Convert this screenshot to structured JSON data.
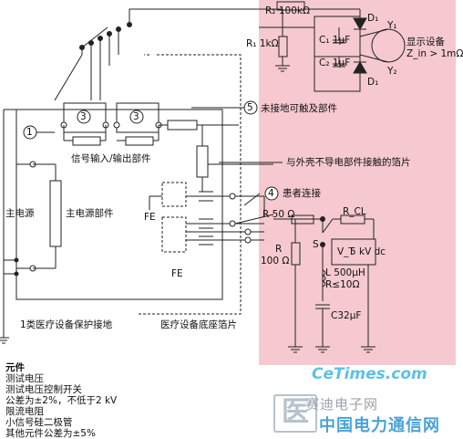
{
  "labels": {
    "r2": "R₂ 100kΩ",
    "r1": "R₁ 1kΩ",
    "c1": "C₁ 1μF",
    "c2": "C₂ 1μF",
    "d1_top": "D₁",
    "d1_bot": "D₁",
    "y1": "Y₁",
    "y2": "Y₂",
    "display": "显示设备",
    "zin": "Z_in > 1mΩ",
    "circle3a": "3",
    "circle3b": "3",
    "circle1": "1",
    "circle5": "5",
    "circle4": "4",
    "untouched": "未接地可触及部件",
    "foil_nonconductive": "与外壳不导电部件接触的箔片",
    "signal_io": "信号输入/输出部件",
    "mains": "主电源",
    "mains_part": "主电源部件",
    "patient": "患者连接",
    "fe1": "FE",
    "fe2": "FE",
    "r50": "R 50 Ω",
    "r100a": "R",
    "r100b": "100 Ω",
    "rcl": "R_CL",
    "s": "S",
    "vt": "V_T",
    "kv": "5 kV dc",
    "l500": "L 500μH",
    "r10": "R≤10Ω",
    "c32": "C32μF",
    "class1": "1类医疗设备保护接地",
    "chassis_foil": "医疗设备底座箔片"
  },
  "legend": {
    "title": "元件",
    "lines": [
      "测试电压",
      "测试电压控制开关",
      "公差为±2%，不低于2 kV",
      "限流电阻",
      "小信号硅二极管",
      "其他元件公差为±5%"
    ]
  },
  "watermark": {
    "site": "CeTimes.com",
    "name1": "赛迪电子网",
    "name2": "中国电力通信网",
    "logo": "医"
  }
}
